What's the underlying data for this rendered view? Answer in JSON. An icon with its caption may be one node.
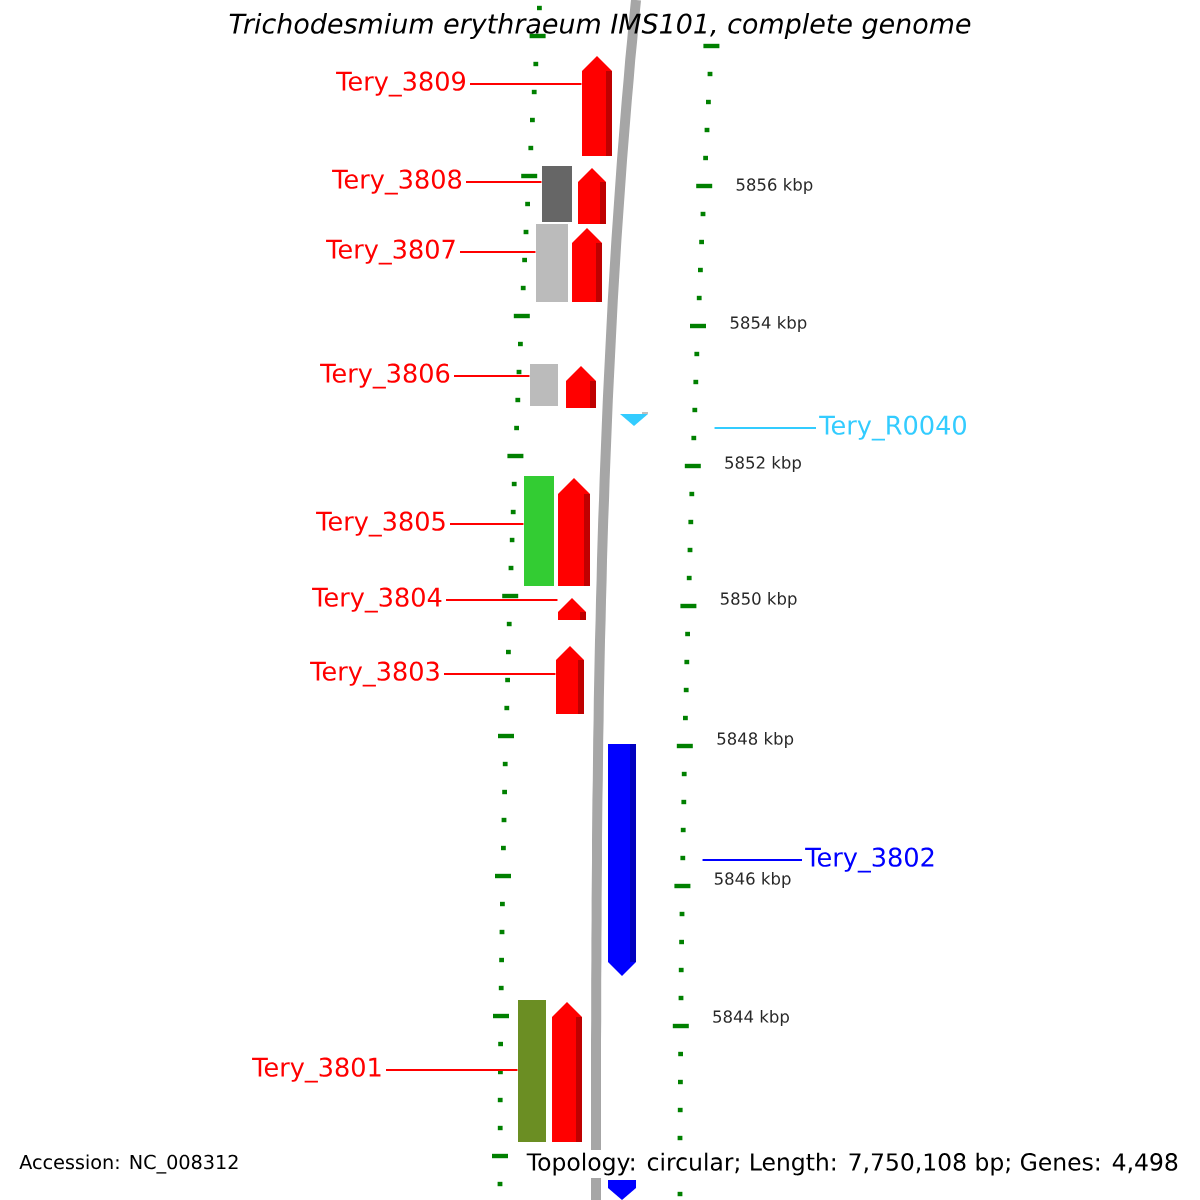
{
  "diagram": {
    "title": "Trichodesmium erythraeum IMS101, complete genome",
    "nodes": [
      {
        "text": [
          "Tery_3809"
        ]
      },
      {
        "text": [],
        "shape": "arrow"
      },
      {
        "text": [
          "Tery_3808"
        ]
      },
      {
        "text": [],
        "shape": "arrow"
      },
      {
        "text": [
          "Tery_3807"
        ]
      },
      {
        "text": [],
        "shape": "arrow"
      },
      {
        "text": [
          "Tery_3806"
        ]
      },
      {
        "text": [],
        "shape": "arrow"
      },
      {
        "text": [
          "Tery_R0040"
        ]
      },
      {
        "text": [],
        "shape": "triangle"
      },
      {
        "text": [
          "Tery_3805"
        ]
      },
      {
        "text": [],
        "shape": "arrow"
      },
      {
        "text": [
          "Tery_3804"
        ]
      },
      {
        "text": [],
        "shape": "arrow"
      },
      {
        "text": [
          "Tery_3803"
        ]
      },
      {
        "text": [],
        "shape": "arrow"
      },
      {
        "text": [
          "Tery_3802"
        ]
      },
      {
        "text": [],
        "shape": "arrow"
      },
      {
        "text": [
          "Tery_3801"
        ]
      },
      {
        "text": [],
        "shape": "arrow"
      }
    ],
    "edges": [
      {
        "from": 0,
        "to": 1,
        "arrow": "none"
      },
      {
        "from": 2,
        "to": 3,
        "arrow": "none"
      },
      {
        "from": 4,
        "to": 5,
        "arrow": "none"
      },
      {
        "from": 6,
        "to": 7,
        "arrow": "none"
      },
      {
        "from": 8,
        "to": 9,
        "arrow": "none",
        "color": "#33ccff"
      },
      {
        "from": 10,
        "to": 11,
        "arrow": "none"
      },
      {
        "from": 12,
        "to": 13,
        "arrow": "none"
      },
      {
        "from": 14,
        "to": 15,
        "arrow": "none"
      },
      {
        "from": 16,
        "to": 17,
        "arrow": "none",
        "color": "#0000ff"
      },
      {
        "from": 18,
        "to": 19,
        "arrow": "none"
      }
    ],
    "labels": [
      "5856 kbp",
      "5854 kbp",
      "5852 kbp",
      "5850 kbp",
      "5848 kbp",
      "5846 kbp",
      "5844 kbp",
      "Accession: NC_008312",
      "Topology: circular; Length: 7,750,108 bp; Genes: 4,498"
    ]
  }
}
